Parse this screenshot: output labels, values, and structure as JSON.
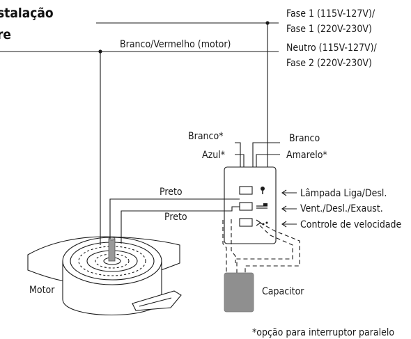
{
  "title": {
    "line1": "stalação",
    "line2": "re"
  },
  "labels": {
    "fase1_a": "Fase 1 (115V-127V)/",
    "fase1_b": "Fase 1 (220V-230V)",
    "neutro_a": "Neutro (115V-127V)/",
    "neutro_b": "Fase 2 (220V-230V)",
    "branco_vermelho": "Branco/Vermelho (motor)",
    "branco_ast": "Branco*",
    "azul_ast": "Azul*",
    "branco": "Branco",
    "amarelo_ast": "Amarelo*",
    "preto_1": "Preto",
    "preto_2": "Preto",
    "lampada": "Lâmpada Liga/Desl.",
    "vent": "Vent./Desl./Exaust.",
    "controle": "Controle de velocidade",
    "motor": "Motor",
    "capacitor": "Capacitor",
    "footnote": "*opção para interruptor paralelo"
  },
  "colors": {
    "line": "#1a1a1a",
    "capacitor_fill": "#8f8f8f"
  }
}
